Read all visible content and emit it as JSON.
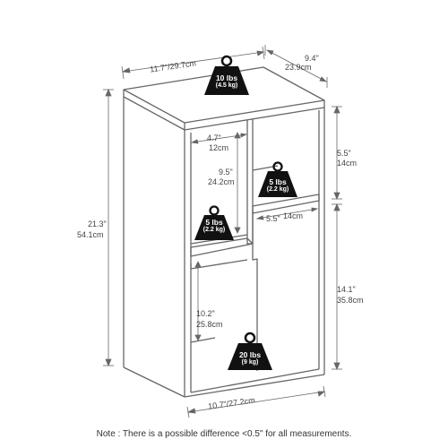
{
  "dimensions": {
    "top_width": "11.7\"/29.7cm",
    "depth_in": "9.4\"",
    "depth_cm": "23.9cm",
    "height_in": "21.3\"",
    "height_cm": "54.1cm",
    "bottom_width": "10.7\"/27.2cm",
    "top_left_width_in": "4.7\"",
    "top_left_width_cm": "12cm",
    "top_left_height_in": "9.5\"",
    "top_left_height_cm": "24.2cm",
    "top_right_height_in": "5.5\"",
    "top_right_height_cm": "14cm",
    "right_shelf_width_in": "5.5\"",
    "right_shelf_width_cm": "14cm",
    "lower_right_height_in": "14.1\"",
    "lower_right_height_cm": "35.8cm",
    "lower_left_height_in": "10.2\"",
    "lower_left_height_cm": "25.8cm"
  },
  "weights": {
    "top": {
      "lbs": "10 lbs",
      "kg": "(4.5 kg)"
    },
    "right_shelf": {
      "lbs": "5 lbs",
      "kg": "(2.2 kg)"
    },
    "left_shelf": {
      "lbs": "5 lbs",
      "kg": "(2.2 kg)"
    },
    "bottom": {
      "lbs": "20 lbs",
      "kg": "(9 kg)"
    }
  },
  "note": "Note : There is a possible difference <0.5\" for all measurements."
}
